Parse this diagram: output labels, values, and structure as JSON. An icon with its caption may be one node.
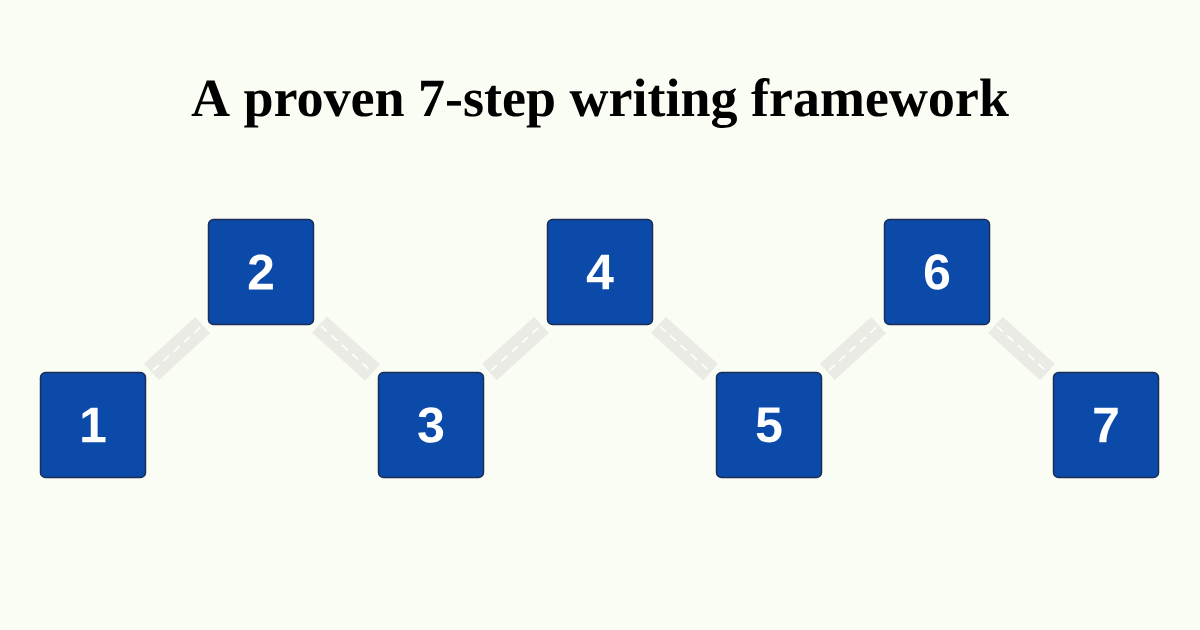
{
  "diagram": {
    "title": "A proven 7-step writing framework",
    "nodes": [
      {
        "text": [
          "1"
        ]
      },
      {
        "text": [
          "2"
        ]
      },
      {
        "text": [
          "3"
        ]
      },
      {
        "text": [
          "4"
        ]
      },
      {
        "text": [
          "5"
        ]
      },
      {
        "text": [
          "6"
        ]
      },
      {
        "text": [
          "7"
        ]
      }
    ],
    "edges": [
      {
        "from": 0,
        "to": 1,
        "arrow": "none"
      },
      {
        "from": 1,
        "to": 2,
        "arrow": "none"
      },
      {
        "from": 2,
        "to": 3,
        "arrow": "none"
      },
      {
        "from": 3,
        "to": 4,
        "arrow": "none"
      },
      {
        "from": 4,
        "to": 5,
        "arrow": "none"
      },
      {
        "from": 5,
        "to": 6,
        "arrow": "none"
      }
    ]
  }
}
